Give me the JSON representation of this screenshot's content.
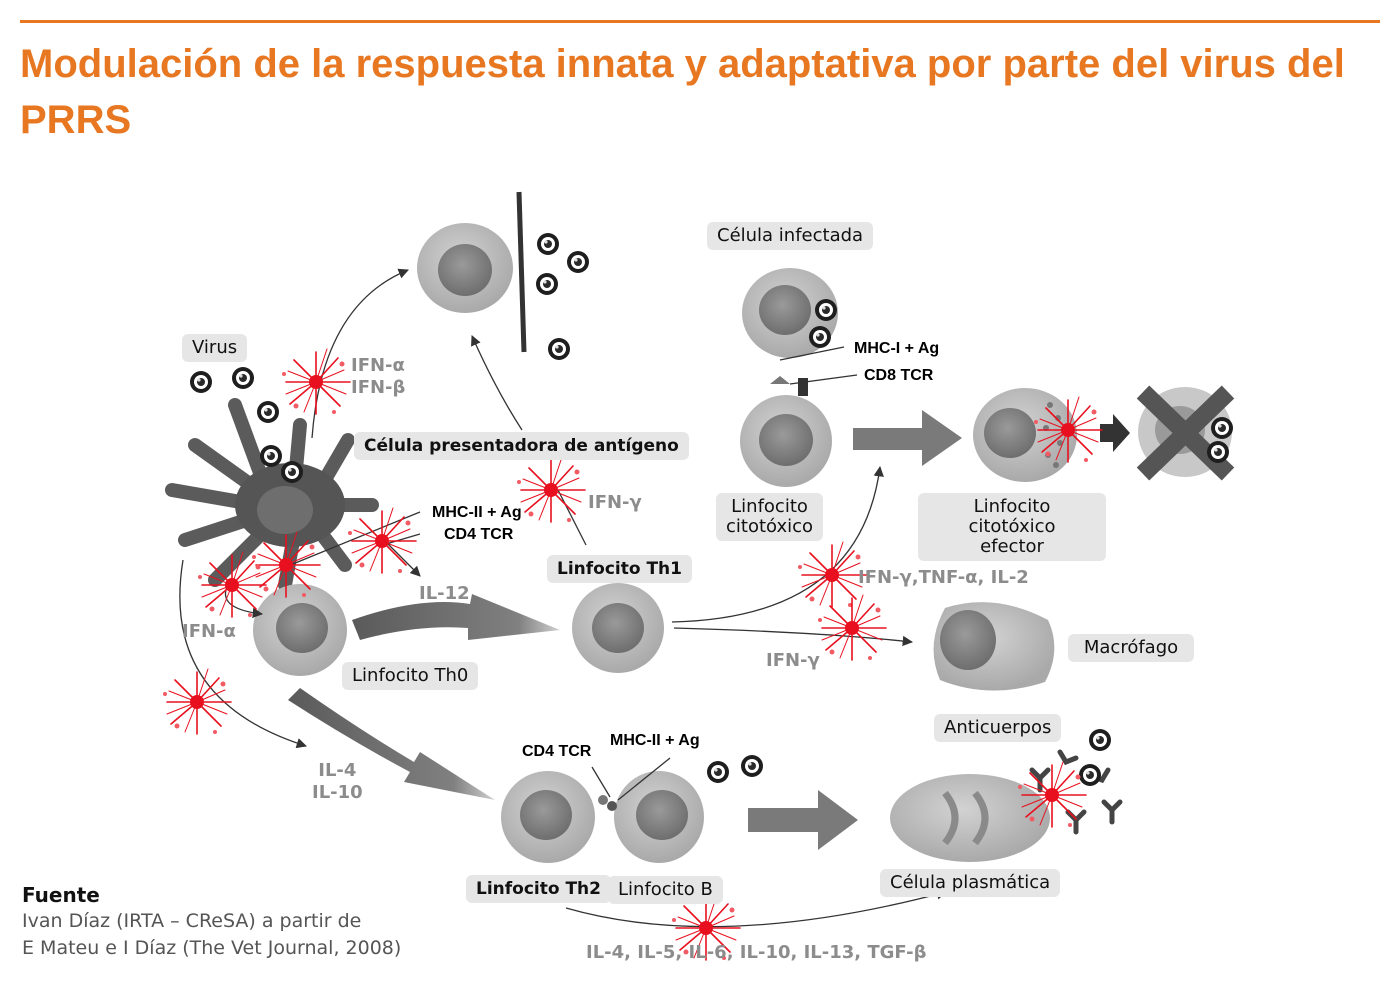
{
  "header": {
    "title": "Modulación de la respuesta innata y adaptativa por parte del virus del PRRS",
    "accent_color": "#e87722"
  },
  "labels": {
    "virus": "Virus",
    "apc": "Célula presentadora de antígeno",
    "th0": "Linfocito Th0",
    "th1": "Linfocito Th1",
    "th2": "Linfocito Th2",
    "lymph_b": "Linfocito B",
    "infected_cell": "Célula infectada",
    "ctl": "Linfocito\ncitotóxico",
    "ctl_effector": "Linfocito citotóxico\nefector",
    "macrophage": "Macrófago",
    "antibodies": "Anticuerpos",
    "plasma_cell": "Célula plasmática"
  },
  "signals": {
    "ifn_a_b": "IFN-α\nIFN-β",
    "ifn_g_th1": "IFN-γ",
    "il12": "IL-12",
    "ifn_a": "IFN-α",
    "il4_il10": "IL-4\nIL-10",
    "ifn_g_tnf_il2": "IFN-γ,TNF-α, IL-2",
    "ifn_g_mac": "IFN-γ",
    "th2_cytokines": "IL-4, IL-5, IL-6, IL-10, IL-13, TGF-β"
  },
  "molecules": {
    "mhc2_apc": "MHC-II + Ag",
    "cd4_apc": "CD4 TCR",
    "mhc1": "MHC-I + Ag",
    "cd8": "CD8 TCR",
    "cd4_th2": "CD4 TCR",
    "mhc2_b": "MHC-II + Ag"
  },
  "source": {
    "heading": "Fuente",
    "line1": "Ivan Díaz (IRTA – CReSA) a partir de",
    "line2": "E Mateu e I Díaz (The Vet Journal, 2008)"
  },
  "colors": {
    "cytokine_burst": "#e8101e",
    "cell_fill": "#c4c4c4",
    "nucleus_fill": "#8e8e8e",
    "arrow_gray": "#7a7a7a",
    "label_bg": "#e6e6e6"
  }
}
